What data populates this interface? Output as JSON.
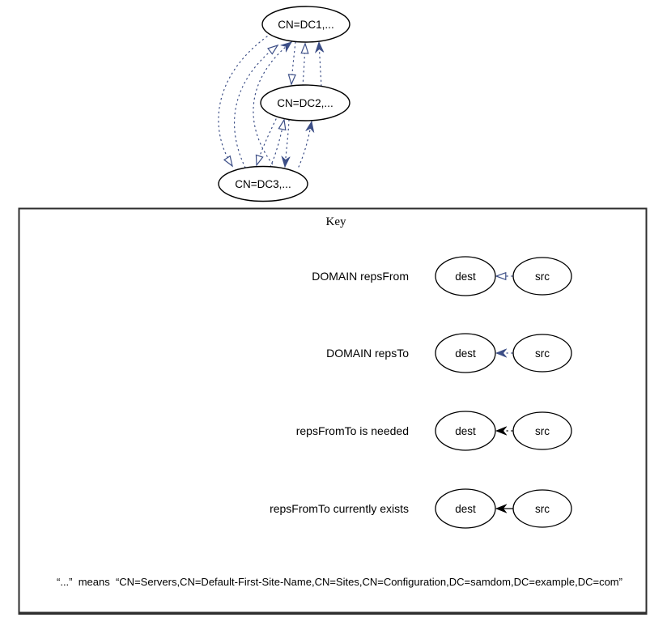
{
  "colors": {
    "edge_navy": "#3d4f87",
    "black": "#000000",
    "node_stroke": "#000000",
    "box_border": "#2e2e2e",
    "background": "#ffffff"
  },
  "graph": {
    "nodes": [
      {
        "id": "dc1",
        "label": "CN=DC1,..."
      },
      {
        "id": "dc2",
        "label": "CN=DC2,..."
      },
      {
        "id": "dc3",
        "label": "CN=DC3,..."
      }
    ],
    "edge_styles": {
      "repsFrom": "dotted navy line with empty triangle arrowhead",
      "repsTo": "dotted navy line with filled vee arrowhead"
    }
  },
  "key": {
    "title": "Key",
    "rows": [
      {
        "label": "DOMAIN repsFrom",
        "dest": "dest",
        "src": "src",
        "arrow": "empty-triangle",
        "line": "dotted",
        "color": "#3d4f87"
      },
      {
        "label": "DOMAIN repsTo",
        "dest": "dest",
        "src": "src",
        "arrow": "filled-vee",
        "line": "dotted",
        "color": "#3d4f87"
      },
      {
        "label": "repsFromTo is needed",
        "dest": "dest",
        "src": "src",
        "arrow": "filled-vee",
        "line": "dotted",
        "color": "#000000"
      },
      {
        "label": "repsFromTo currently exists",
        "dest": "dest",
        "src": "src",
        "arrow": "filled-vee",
        "line": "solid",
        "color": "#000000"
      }
    ],
    "footnote": "“...”  means  “CN=Servers,CN=Default-First-Site-Name,CN=Sites,CN=Configuration,DC=samdom,DC=example,DC=com”"
  }
}
